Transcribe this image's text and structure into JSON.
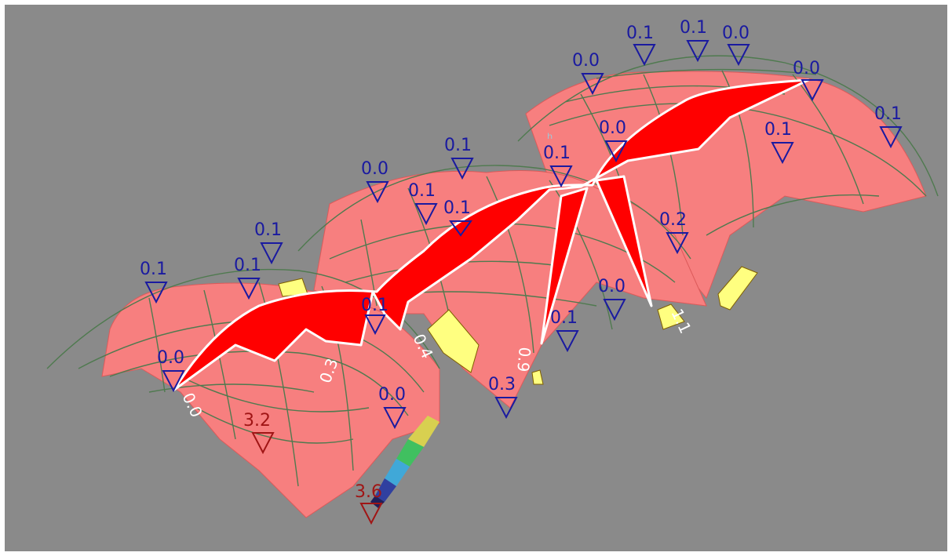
{
  "support_labels": [
    {
      "id": "s1",
      "text": "0.1",
      "color": "blue"
    },
    {
      "id": "s2",
      "text": "0.1",
      "color": "blue"
    },
    {
      "id": "s3",
      "text": "0.1",
      "color": "blue"
    },
    {
      "id": "s4",
      "text": "0.0",
      "color": "blue"
    },
    {
      "id": "s5",
      "text": "0.0",
      "color": "blue"
    },
    {
      "id": "s6",
      "text": "0.1",
      "color": "blue"
    },
    {
      "id": "s7",
      "text": "0.0",
      "color": "blue"
    },
    {
      "id": "s8",
      "text": "0.1",
      "color": "blue"
    },
    {
      "id": "s9",
      "text": "0.1",
      "color": "blue"
    },
    {
      "id": "s10",
      "text": "0.1",
      "color": "blue"
    },
    {
      "id": "s11",
      "text": "0.1",
      "color": "blue"
    },
    {
      "id": "s12",
      "text": "0.0",
      "color": "blue"
    },
    {
      "id": "s13",
      "text": "0.1",
      "color": "blue"
    },
    {
      "id": "s14",
      "text": "0.1",
      "color": "blue"
    },
    {
      "id": "s15",
      "text": "0.0",
      "color": "blue"
    },
    {
      "id": "s16",
      "text": "0.0",
      "color": "blue"
    },
    {
      "id": "s17",
      "text": "0.1",
      "color": "blue"
    },
    {
      "id": "s18",
      "text": "0.1",
      "color": "blue"
    },
    {
      "id": "s19",
      "text": "0.2",
      "color": "blue"
    },
    {
      "id": "s20",
      "text": "0.0",
      "color": "blue"
    },
    {
      "id": "s21",
      "text": "0.1",
      "color": "blue"
    },
    {
      "id": "s22",
      "text": "0.3",
      "color": "blue"
    },
    {
      "id": "s23",
      "text": "0.0",
      "color": "blue"
    },
    {
      "id": "s24",
      "text": "3.2",
      "color": "red"
    },
    {
      "id": "s25",
      "text": "3.6",
      "color": "red"
    }
  ],
  "section_labels": [
    {
      "id": "w1",
      "text": "0.0"
    },
    {
      "id": "w2",
      "text": "0.3"
    },
    {
      "id": "w3",
      "text": "0.4"
    },
    {
      "id": "w4",
      "text": "0.9"
    },
    {
      "id": "w5",
      "text": "1.1"
    }
  ],
  "colors": {
    "background": "#8a8a8a",
    "shell_fill": "#f77f7f",
    "section_fill": "#ff0000",
    "support_label": "#1a1aa0",
    "peak_label": "#a01515",
    "mesh_line": "#4f7a4f",
    "highlight": "#ffff80"
  }
}
